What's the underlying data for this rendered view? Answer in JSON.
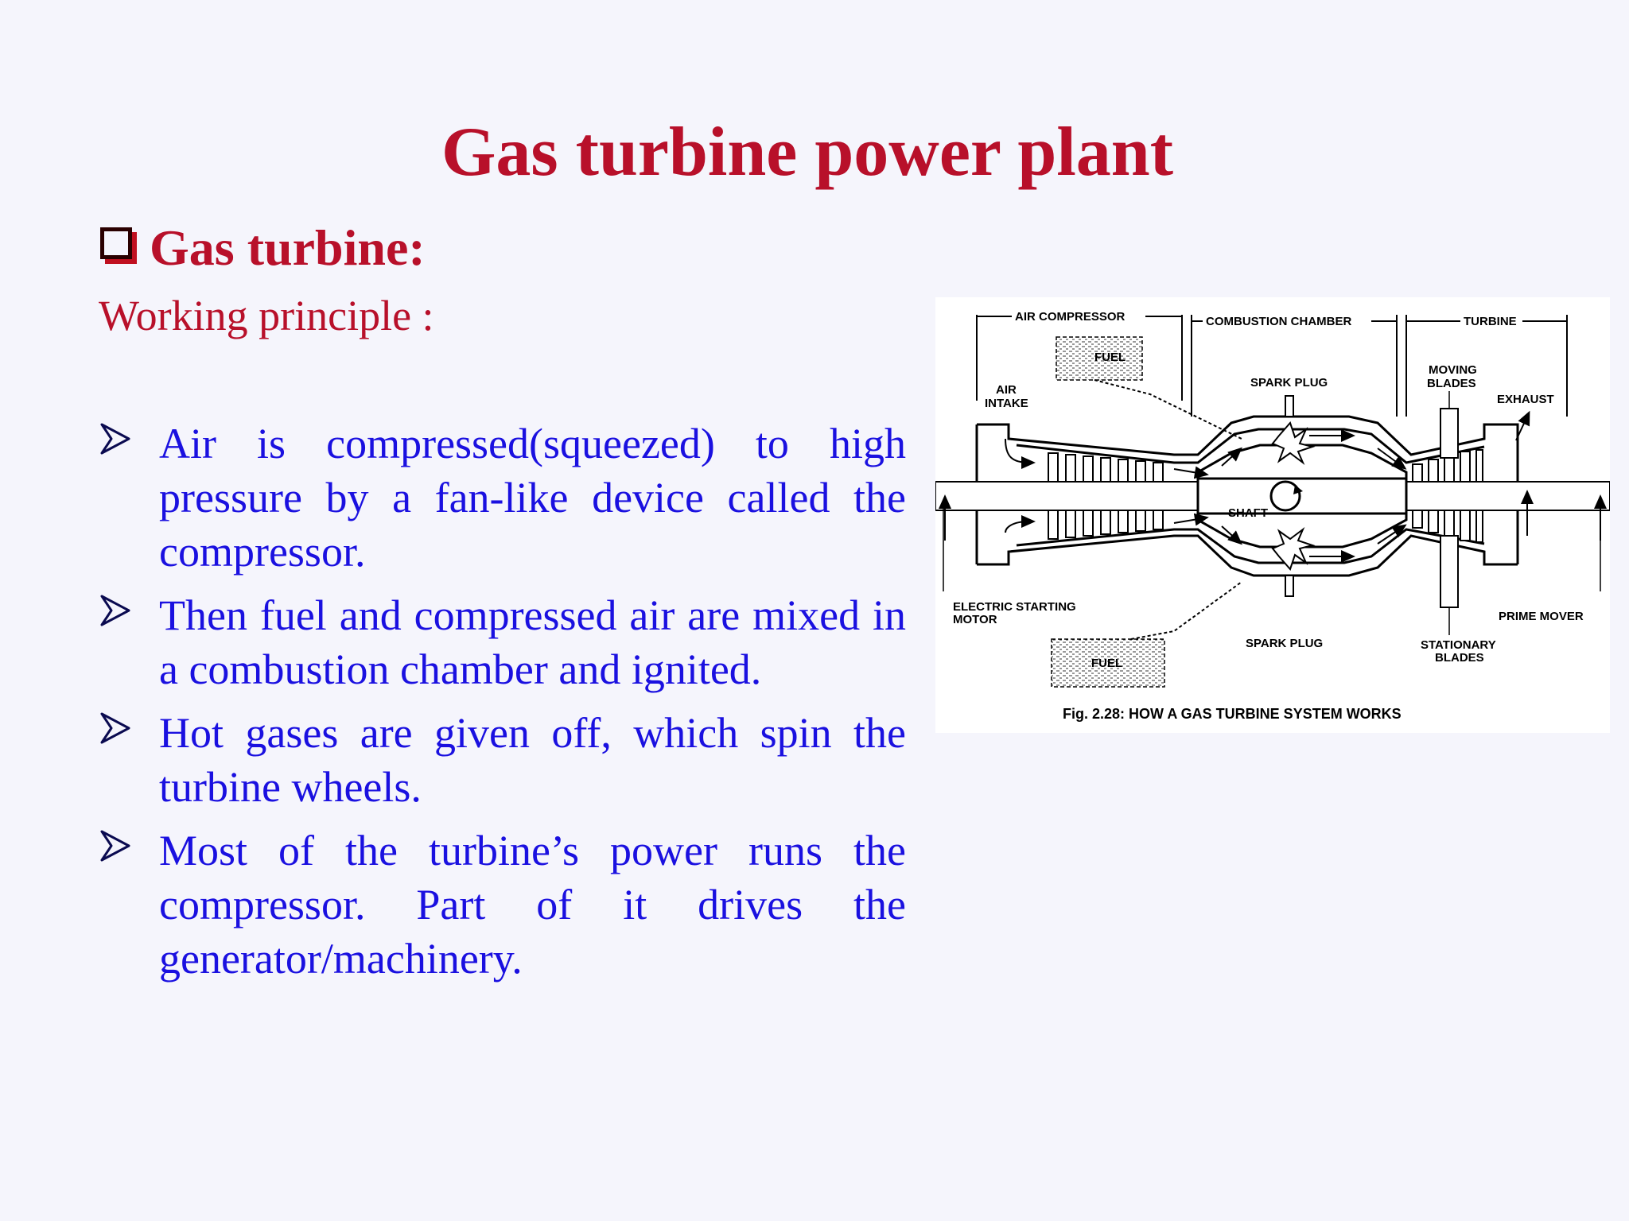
{
  "slide": {
    "title": "Gas turbine power plant",
    "subheading": "Gas turbine:",
    "working_principle": "Working principle :",
    "bullets": [
      "Air is compressed(squeezed) to high pressure by a fan-like device called the compressor.",
      "Then fuel and compressed air are mixed in a combustion chamber and ignited.",
      "Hot gases are given off, which spin the turbine wheels.",
      "Most of the turbine’s power runs the compressor. Part of it drives the generator/machinery."
    ]
  },
  "figure": {
    "labels": {
      "air_compressor": "AIR COMPRESSOR",
      "combustion_chamber": "COMBUSTION CHAMBER",
      "turbine": "TURBINE",
      "fuel_top": "FUEL",
      "spark_plug_top": "SPARK PLUG",
      "moving_blades_1": "MOVING",
      "moving_blades_2": "BLADES",
      "exhaust": "EXHAUST",
      "air_intake_1": "AIR",
      "air_intake_2": "INTAKE",
      "shaft": "SHAFT",
      "electric_starting_motor_1": "ELECTRIC STARTING",
      "electric_starting_motor_2": "MOTOR",
      "prime_mover": "PRIME MOVER",
      "spark_plug_bottom": "SPARK PLUG",
      "fuel_bottom": "FUEL",
      "stationary_blades_1": "STATIONARY",
      "stationary_blades_2": "BLADES"
    },
    "caption": "Fig. 2.28: HOW A GAS TURBINE SYSTEM WORKS"
  },
  "colors": {
    "background": "#f5f5fc",
    "title_red": "#b8102a",
    "body_blue": "#1a10e0"
  },
  "icons": {
    "subheading_bullet": "checkbox-icon",
    "list_bullet": "arrowhead-icon"
  }
}
